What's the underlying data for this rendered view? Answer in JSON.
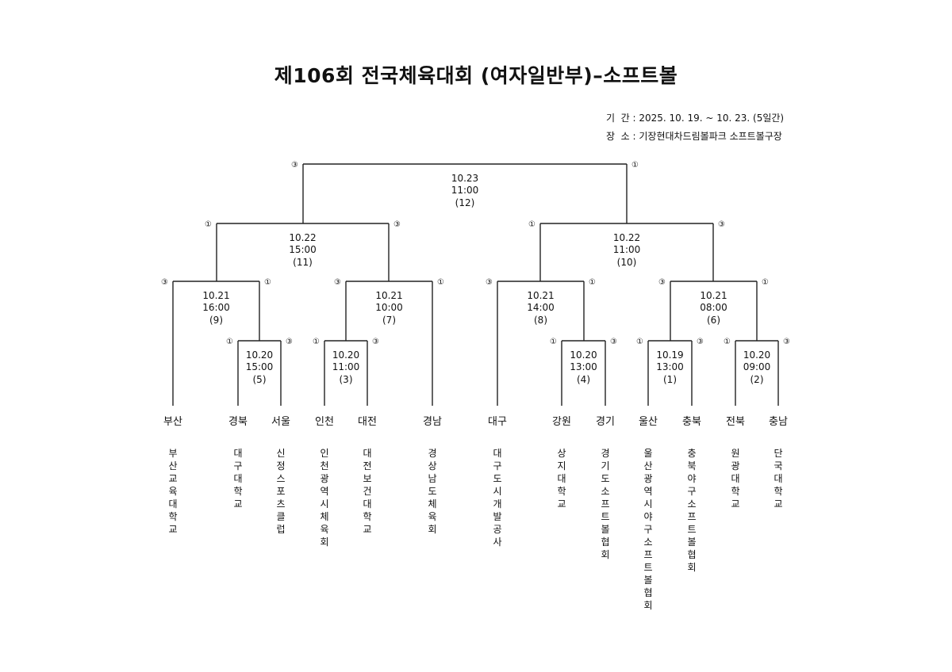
{
  "header": {
    "title": "제106회 전국체육대회 (여자일반부)–소프트볼",
    "period": "기  간 : 2025. 10. 19. ~ 10. 23. (5일간)",
    "venue": "장  소 : 기장현대차드림볼파크 소프트볼구장"
  },
  "bracket": {
    "teams": [
      {
        "region": "부산",
        "school": "부산교육대학교"
      },
      {
        "region": "경북",
        "school": "대구대학교"
      },
      {
        "region": "서울",
        "school": "신정스포츠클럽"
      },
      {
        "region": "인천",
        "school": "인천광역시체육회"
      },
      {
        "region": "대전",
        "school": "대전보건대학교"
      },
      {
        "region": "경남",
        "school": "경상남도체육회"
      },
      {
        "region": "대구",
        "school": "대구도시개발공사"
      },
      {
        "region": "강원",
        "school": "상지대학교"
      },
      {
        "region": "경기",
        "school": "경기도소프트볼협회"
      },
      {
        "region": "울산",
        "school": "울산광역시야구소프트볼협회"
      },
      {
        "region": "충북",
        "school": "충북야구소프트볼협회"
      },
      {
        "region": "전북",
        "school": "원광대학교"
      },
      {
        "region": "충남",
        "school": "단국대학교"
      }
    ],
    "matches": [
      {
        "id": "m1",
        "date": "10.19",
        "time": "13:00",
        "no": "(1)",
        "left_mark": "①",
        "right_mark": "③"
      },
      {
        "id": "m2",
        "date": "10.20",
        "time": "09:00",
        "no": "(2)",
        "left_mark": "①",
        "right_mark": "③"
      },
      {
        "id": "m3",
        "date": "10.20",
        "time": "11:00",
        "no": "(3)",
        "left_mark": "①",
        "right_mark": "③"
      },
      {
        "id": "m4",
        "date": "10.20",
        "time": "13:00",
        "no": "(4)",
        "left_mark": "①",
        "right_mark": "③"
      },
      {
        "id": "m5",
        "date": "10.20",
        "time": "15:00",
        "no": "(5)",
        "left_mark": "①",
        "right_mark": "③"
      },
      {
        "id": "m6",
        "date": "10.21",
        "time": "08:00",
        "no": "(6)",
        "left_mark": "③",
        "right_mark": "①"
      },
      {
        "id": "m7",
        "date": "10.21",
        "time": "10:00",
        "no": "(7)",
        "left_mark": "③",
        "right_mark": "①"
      },
      {
        "id": "m8",
        "date": "10.21",
        "time": "14:00",
        "no": "(8)",
        "left_mark": "③",
        "right_mark": "①"
      },
      {
        "id": "m9",
        "date": "10.21",
        "time": "16:00",
        "no": "(9)",
        "left_mark": "③",
        "right_mark": "①"
      },
      {
        "id": "m10",
        "date": "10.22",
        "time": "11:00",
        "no": "(10)",
        "left_mark": "①",
        "right_mark": "③"
      },
      {
        "id": "m11",
        "date": "10.22",
        "time": "15:00",
        "no": "(11)",
        "left_mark": "①",
        "right_mark": "③"
      },
      {
        "id": "m12",
        "date": "10.23",
        "time": "11:00",
        "no": "(12)",
        "left_mark": "③",
        "right_mark": "①"
      }
    ]
  }
}
